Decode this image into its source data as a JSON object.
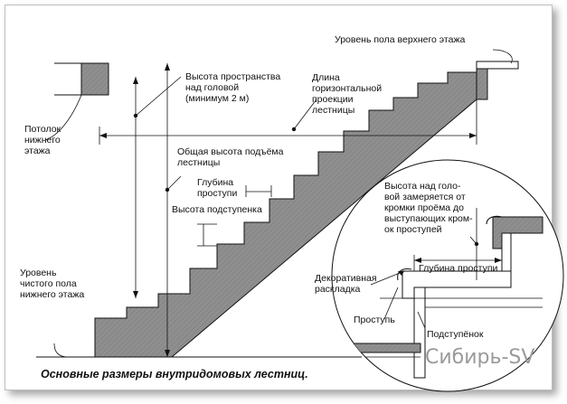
{
  "labels": {
    "upper_floor_level": "Уровень пола верхнего этажа",
    "headroom_line1": "Высота пространства",
    "headroom_line2": "над головой",
    "headroom_line3": "(минимум 2 м)",
    "length_line1": "Длина",
    "length_line2": "горизонтальной",
    "length_line3": "проекции",
    "length_line4": "лестницы",
    "ceiling_line1": "Потолок",
    "ceiling_line2": "нижнего",
    "ceiling_line3": "этажа",
    "total_rise_line1": "Общая высота подъёма",
    "total_rise_line2": "лестницы",
    "tread_depth_line1": "Глубина",
    "tread_depth_line2": "проступи",
    "riser_height": "Высота подступенка",
    "lower_floor_line1": "Уровень",
    "lower_floor_line2": "чистого пола",
    "lower_floor_line3": "нижнего этажа",
    "detail_note_line1": "Высота над голо-",
    "detail_note_line2": "вой замеряется от",
    "detail_note_line3": "кромки проёма до",
    "detail_note_line4": "выступающих кром-",
    "detail_note_line5": "ок проступей",
    "detail_tread_depth": "Глубина проступи",
    "decorative_line1": "Декоративная",
    "decorative_line2": "раскладка",
    "tread": "Проступь",
    "riser": "Подступёнок",
    "caption": "Основные размеры внутридомовых лестниц.",
    "watermark": "Сибирь-SV"
  },
  "colors": {
    "concrete": "#8f8f8f",
    "concrete_dark": "#6e6e6e",
    "ink": "#111111",
    "watermark": "#9a9a9a"
  }
}
